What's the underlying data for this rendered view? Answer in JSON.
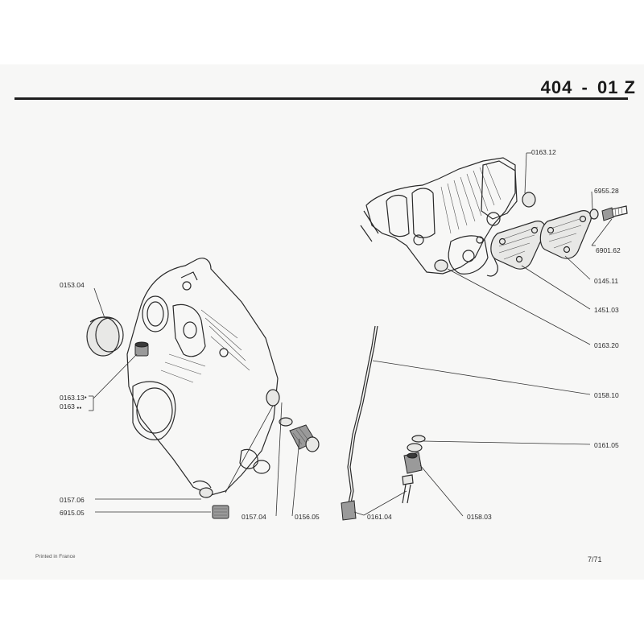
{
  "header": {
    "model": "404",
    "separator": "-",
    "section": "01 Z"
  },
  "footer": {
    "printed": "Printed in France",
    "page": "7/71"
  },
  "labels": {
    "l_0163_12": "0163.12",
    "l_6955_28": "6955.28",
    "l_6901_62": "6901.62",
    "l_0145_11": "0145.11",
    "l_1451_03": "1451.03",
    "l_0163_20": "0163.20",
    "l_0158_10": "0158.10",
    "l_0161_05": "0161.05",
    "l_0158_03": "0158.03",
    "l_0161_04": "0161.04",
    "l_0156_05": "0156.05",
    "l_0157_04": "0157.04",
    "l_0157_06": "0157.06",
    "l_6915_05": "6915.05",
    "l_0153_04": "0153.04",
    "l_0163_13": "0163.13",
    "l_0163_13_mark": "●",
    "l_0163": "0163",
    "l_0163_mark": "●●"
  }
}
